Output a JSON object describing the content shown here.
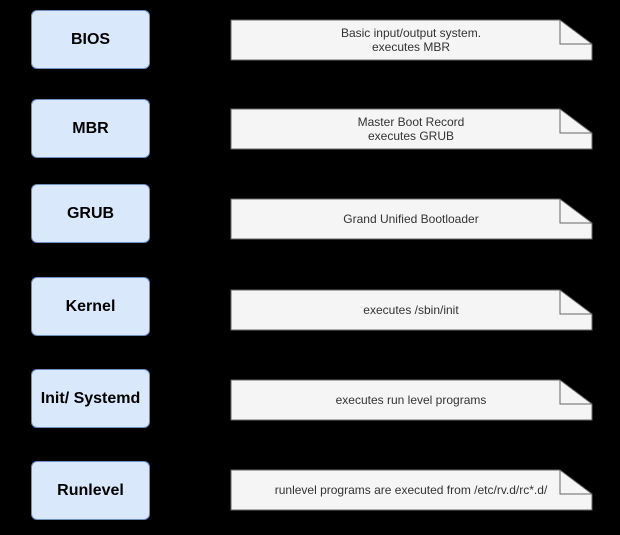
{
  "colors": {
    "background": "#000000",
    "stage_fill": "#dae8fc",
    "stage_stroke": "#6c8ebf",
    "note_fill": "#f5f5f5",
    "note_stroke": "#666666",
    "note_text": "#333333"
  },
  "stages": [
    {
      "label": "BIOS",
      "note": [
        "Basic input/output system.",
        "executes MBR"
      ]
    },
    {
      "label": "MBR",
      "note": [
        "Master Boot Record",
        "executes GRUB"
      ]
    },
    {
      "label": "GRUB",
      "note": [
        "Grand Unified Bootloader"
      ]
    },
    {
      "label": "Kernel",
      "note": [
        "executes /sbin/init"
      ]
    },
    {
      "label": "Init/ Systemd",
      "note": [
        "executes run level programs"
      ]
    },
    {
      "label": "Runlevel",
      "note": [
        "runlevel programs are executed from /etc/rv.d/rc*.d/"
      ]
    }
  ]
}
